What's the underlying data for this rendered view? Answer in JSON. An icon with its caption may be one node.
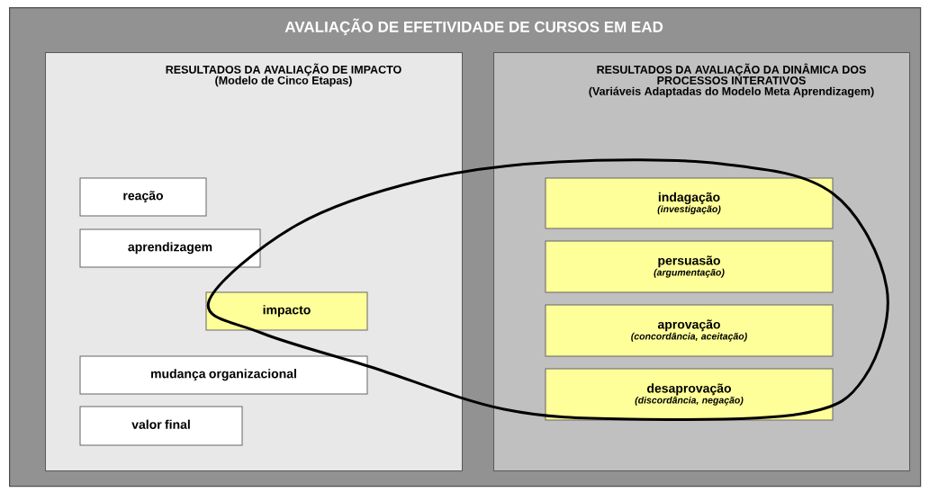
{
  "diagram": {
    "nodes": [
      {
        "text": [
          "AVALIAÇÃO DE EFETIVIDADE DE CURSOS EM EAD"
        ]
      },
      {
        "text": [
          "RESULTADOS DA AVALIAÇÃO DE IMPACTO",
          "(Modelo de Cinco Etapas)"
        ],
        "in": 0
      },
      {
        "text": [
          "reação"
        ],
        "in": 1
      },
      {
        "text": [
          "aprendizagem"
        ],
        "in": 1
      },
      {
        "text": [
          "impacto"
        ],
        "in": 1
      },
      {
        "text": [
          "mudança organizacional"
        ],
        "in": 1
      },
      {
        "text": [
          "valor final"
        ],
        "in": 1
      },
      {
        "text": [
          "RESULTADOS DA AVALIAÇÃO DA DINÂMICA DOS PROCESSOS INTERATIVOS",
          "(Variáveis Adaptadas do Modelo Meta Aprendizagem)"
        ],
        "in": 0
      },
      {
        "text": [
          "indagação",
          "(investigação)"
        ],
        "in": 7
      },
      {
        "text": [
          "persuasão",
          "(argumentação)"
        ],
        "in": 7
      },
      {
        "text": [
          "aprovação",
          "(concordância, aceitação)"
        ],
        "in": 7
      },
      {
        "text": [
          "desaprovação",
          "(discordância, negação)"
        ],
        "in": 7
      }
    ]
  }
}
